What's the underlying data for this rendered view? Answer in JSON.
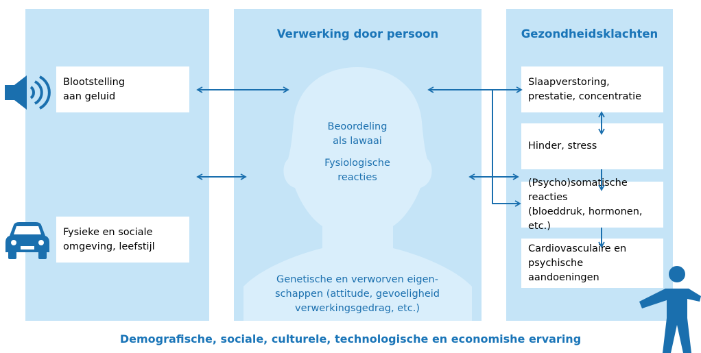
{
  "columns": {
    "middle_title": "Verwerking door persoon",
    "right_title": "Gezondheidsklachten"
  },
  "left_boxes": {
    "exposure": "Blootstelling\naan geluid",
    "environment": "Fysieke en sociale\nomgeving, leefstijl"
  },
  "middle": {
    "assessment": "Beoordeling\nals lawaai",
    "physiological": "Fysiologische\nreacties",
    "genetic": "Genetische en verworven eigen-\nschappen (attitude, gevoeligheid\nverwerkingsgedrag, etc.)"
  },
  "right_boxes": {
    "sleep": "Slaapverstoring,\nprestatie, concentratie",
    "annoyance": "Hinder, stress",
    "psychosomatic": "(Psycho)somatische reacties\n(bloeddruk, hormonen, etc.)",
    "cardio": "Cardiovasculaire en\npsychische aandoeningen"
  },
  "footer": "Demografische, sociale, culturele, technologische en economishe ervaring",
  "icons": [
    "speaker-icon",
    "car-icon",
    "person-silhouette-icon",
    "person-figure-icon"
  ],
  "colors": {
    "panel": "#c5e4f7",
    "accent": "#1a75b8",
    "silhouette": "#d9eefb",
    "arrow": "#1a6fae"
  }
}
